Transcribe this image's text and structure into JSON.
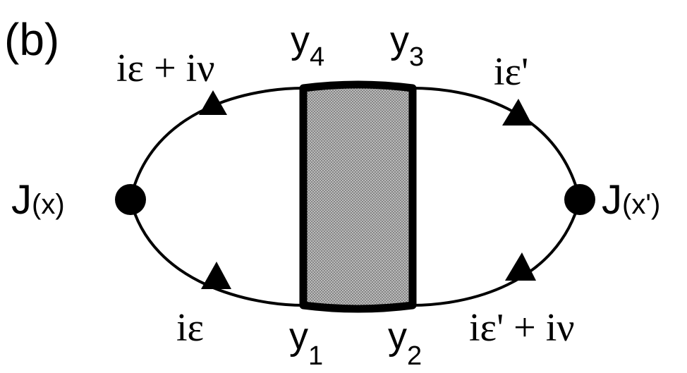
{
  "panel_label": "(b)",
  "labels": {
    "top_left_momentum": "iε + iν",
    "top_right_momentum": "iε'",
    "bottom_left_momentum": "iε",
    "bottom_right_momentum": "iε' + iν",
    "left_vertex": {
      "main": "J",
      "arg": "(x)"
    },
    "right_vertex": {
      "main": "J",
      "arg": "(x')"
    },
    "y4": {
      "base": "y",
      "sub": "4"
    },
    "y3": {
      "base": "y",
      "sub": "3"
    },
    "y1": {
      "base": "y",
      "sub": "1"
    },
    "y2": {
      "base": "y",
      "sub": "2"
    }
  },
  "colors": {
    "line": "#000000",
    "vertex_fill": "#2e2e2e",
    "block_fill": "#bdbdbd",
    "background": "#ffffff"
  }
}
